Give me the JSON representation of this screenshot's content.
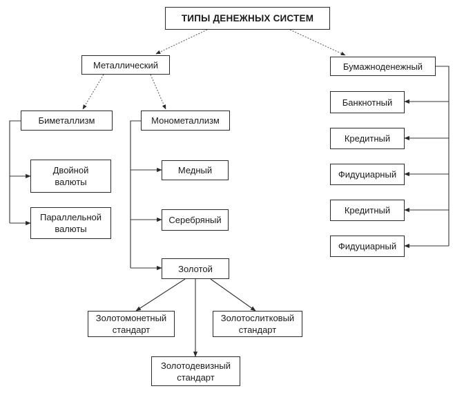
{
  "title": "ТИПЫ ДЕНЕЖНЫХ СИСТЕМ",
  "nodes": {
    "metallic": "Металлический",
    "paper": "Бумажноденежный",
    "bimetallism": "Биметаллизм",
    "monometallism": "Монометаллизм",
    "double_currency": "Двойной\nвалюты",
    "parallel_currency": "Параллельной\nвалюты",
    "copper": "Медный",
    "silver": "Серебряный",
    "gold": "Золотой",
    "gold_coin": "Золотомонетный\nстандарт",
    "gold_bullion": "Золотослитковый\nстандарт",
    "gold_exchange": "Золотодевизный\nстандарт",
    "banknote": "Банкнотный",
    "credit_1": "Кредитный",
    "fiduciary_1": "Фидуциарный",
    "credit_2": "Кредитный",
    "fiduciary_2": "Фидуциарный"
  }
}
